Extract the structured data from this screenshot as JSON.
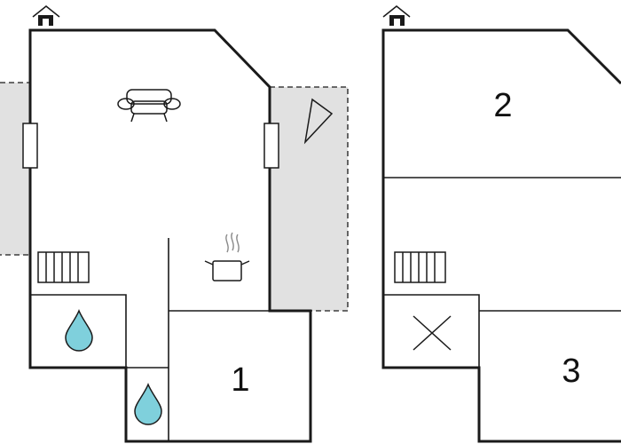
{
  "floors": [
    {
      "rooms": [
        {
          "label": "1"
        }
      ],
      "icons": [
        "entrance-icon",
        "sofa-icon",
        "sun-lounger-icon",
        "cooking-pot-icon",
        "radiator-icon",
        "water-drop-icon",
        "water-drop-icon"
      ]
    },
    {
      "rooms": [
        {
          "label": "2"
        },
        {
          "label": "3"
        }
      ],
      "icons": [
        "entrance-icon",
        "radiator-icon",
        "x-mark-icon"
      ]
    }
  ],
  "colors": {
    "wall": "#1a1a1a",
    "terrace_fill": "#e1e1e1",
    "water": "#7fd0dc"
  }
}
